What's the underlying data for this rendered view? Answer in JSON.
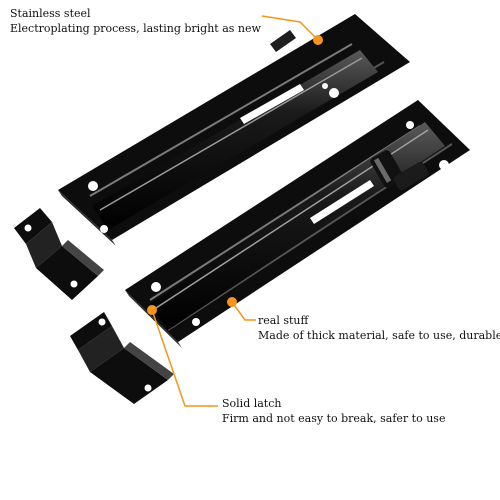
{
  "callouts": {
    "stainless": {
      "title": "Stainless steel",
      "desc": "Electroplating process, lasting bright as new"
    },
    "real_stuff": {
      "title": "real stuff",
      "desc": "Made of thick material, safe to use, durable"
    },
    "latch": {
      "title": "Solid latch",
      "desc": "Firm and not easy to break, safer to use"
    }
  },
  "colors": {
    "accent": "#f7941d",
    "metal": "#0d0d0d",
    "highlight": "#8a8a8a",
    "background": "#ffffff"
  }
}
